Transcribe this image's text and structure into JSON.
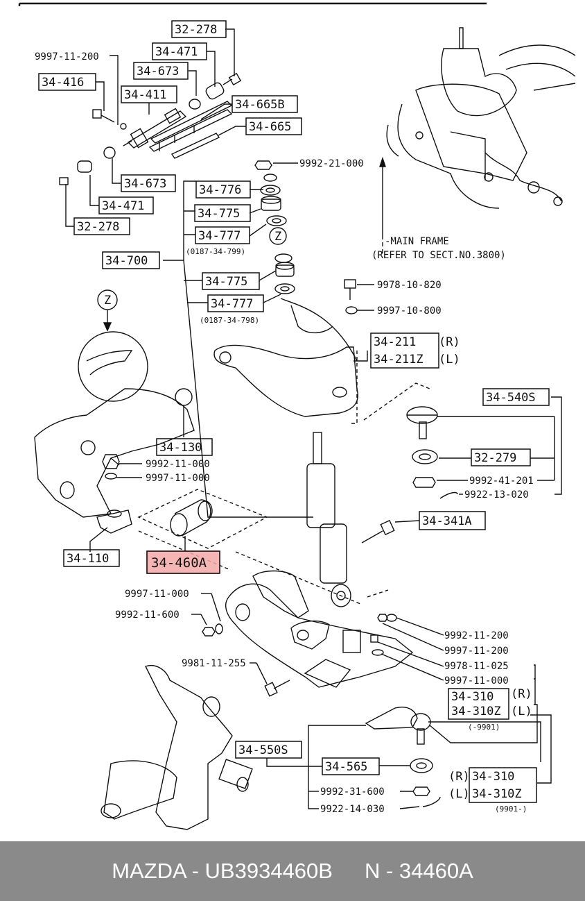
{
  "diagram": {
    "labels": {
      "l_32278_top": "32-278",
      "l_9997_11_200": "9997-11-200",
      "l_34471_top": "34-471",
      "l_34673_top": "34-673",
      "l_34416": "34-416",
      "l_34411": "34-411",
      "l_34665B": "34-665B",
      "l_34665": "34-665",
      "l_34673_mid": "34-673",
      "l_34471_mid": "34-471",
      "l_32278_mid": "32-278",
      "l_9992_21_000": "9992-21-000",
      "l_34776": "34-776",
      "l_34775_a": "34-775",
      "l_34777_a": "34-777",
      "l_34777_a_note": "(0187-34-799)",
      "l_z_top": "Z",
      "l_34700": "34-700",
      "l_34775_b": "34-775",
      "l_34777_b": "34-777",
      "l_34777_b_note": "(0187-34-798)",
      "l_main_frame": "-MAIN FRAME",
      "l_refer": "(REFER TO SECT.NO.3800)",
      "l_9978_10_820": "9978-10-820",
      "l_9997_10_800": "9997-10-800",
      "l_34211": "34-211",
      "l_34211_R": "(R)",
      "l_34211Z": "34-211Z",
      "l_34211Z_L": "(L)",
      "l_z_left": "Z",
      "l_34540S": "34-540S",
      "l_34130": "34-130",
      "l_9992_11_000": "9992-11-000",
      "l_9997_11_000": "9997-11-000",
      "l_32279": "32-279",
      "l_9992_41_201": "9992-41-201",
      "l_9922_13_020": "9922-13-020",
      "l_34341A": "34-341A",
      "l_34110": "34-110",
      "l_34460A": "34-460A",
      "l_9997_11_000_b": "9997-11-000",
      "l_9992_11_600": "9992-11-600",
      "l_9992_11_200_r": "9992-11-200",
      "l_9997_11_200_r": "9997-11-200",
      "l_9981_11_255": "9981-11-255",
      "l_9978_11_025": "9978-11-025",
      "l_9997_11_000_r": "9997-11-000",
      "l_34310_a": "34-310",
      "l_34310_a_R": "(R)",
      "l_34310Z_a": "34-310Z",
      "l_34310Z_a_L": "(L)",
      "l_9901_a": "(-9901)",
      "l_34550S": "34-550S",
      "l_34565": "34-565",
      "l_34310_b_R": "(R)",
      "l_34310_b": "34-310",
      "l_9992_31_600": "9992-31-600",
      "l_34310Z_b_L": "(L)",
      "l_34310Z_b": "34-310Z",
      "l_9922_14_030": "9922-14-030",
      "l_9901_b": "(9901-)"
    },
    "highlight_color": "#f4a8a8",
    "highlight_border": "#dd3333"
  },
  "footer": {
    "brand_part": "MAZDA - UB3934460B",
    "ref_part": "N - 34460A",
    "background": "#8a8a8a"
  }
}
